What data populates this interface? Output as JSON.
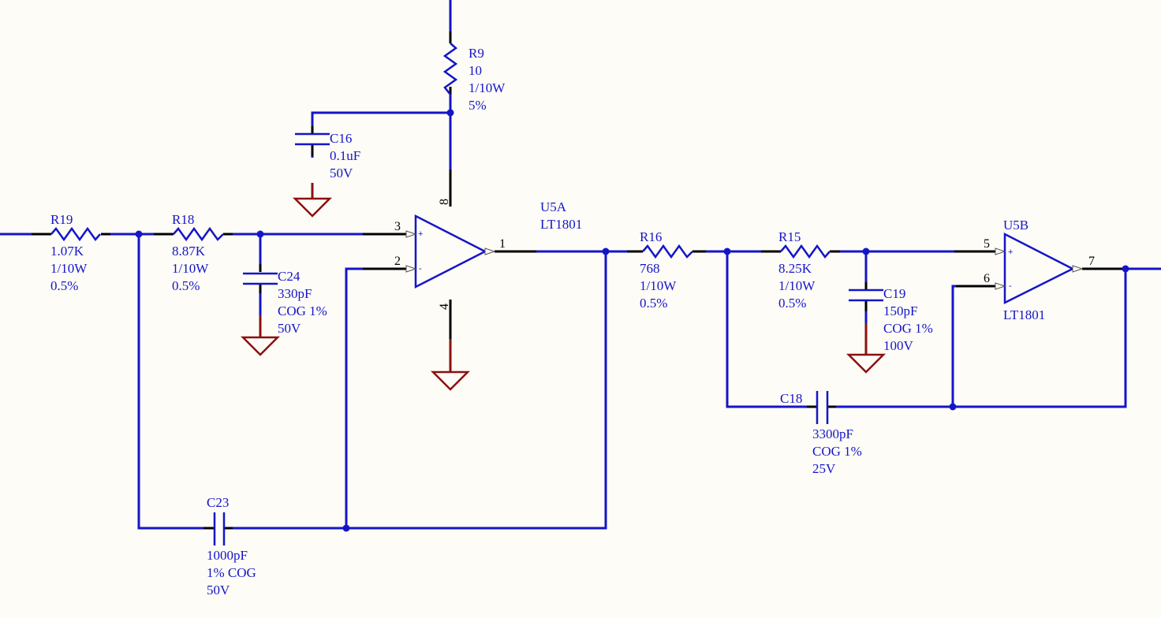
{
  "components": {
    "R19": {
      "ref": "R19",
      "lines": [
        "1.07K",
        "1/10W",
        "0.5%"
      ]
    },
    "R18": {
      "ref": "R18",
      "lines": [
        "8.87K",
        "1/10W",
        "0.5%"
      ]
    },
    "C24": {
      "ref": "C24",
      "lines": [
        "330pF",
        "COG 1%",
        "50V"
      ]
    },
    "R9": {
      "ref": "R9",
      "lines": [
        "10",
        "1/10W",
        "5%"
      ]
    },
    "C16": {
      "ref": "C16",
      "lines": [
        "0.1uF",
        "50V"
      ]
    },
    "U5A": {
      "ref": "U5A",
      "part": "LT1801"
    },
    "R16": {
      "ref": "R16",
      "lines": [
        "768",
        "1/10W",
        "0.5%"
      ]
    },
    "R15": {
      "ref": "R15",
      "lines": [
        "8.25K",
        "1/10W",
        "0.5%"
      ]
    },
    "C19": {
      "ref": "C19",
      "lines": [
        "150pF",
        "COG 1%",
        "100V"
      ]
    },
    "U5B": {
      "ref": "U5B",
      "part": "LT1801"
    },
    "C18": {
      "ref": "C18",
      "lines": [
        "3300pF",
        "COG 1%",
        "25V"
      ]
    },
    "C23": {
      "ref": "C23",
      "lines": [
        "1000pF",
        "1% COG",
        "50V"
      ]
    }
  },
  "pins": {
    "u5a_in_plus": "3",
    "u5a_in_minus": "2",
    "u5a_out": "1",
    "u5a_vplus": "8",
    "u5a_vminus": "4",
    "u5b_in_plus": "5",
    "u5b_in_minus": "6",
    "u5b_out": "7"
  },
  "signs": {
    "plus": "+",
    "minus": "-"
  },
  "colors": {
    "wire": "#1515c8",
    "pin": "#000000",
    "ground": "#8b1010",
    "background": "#fdfcf7"
  }
}
